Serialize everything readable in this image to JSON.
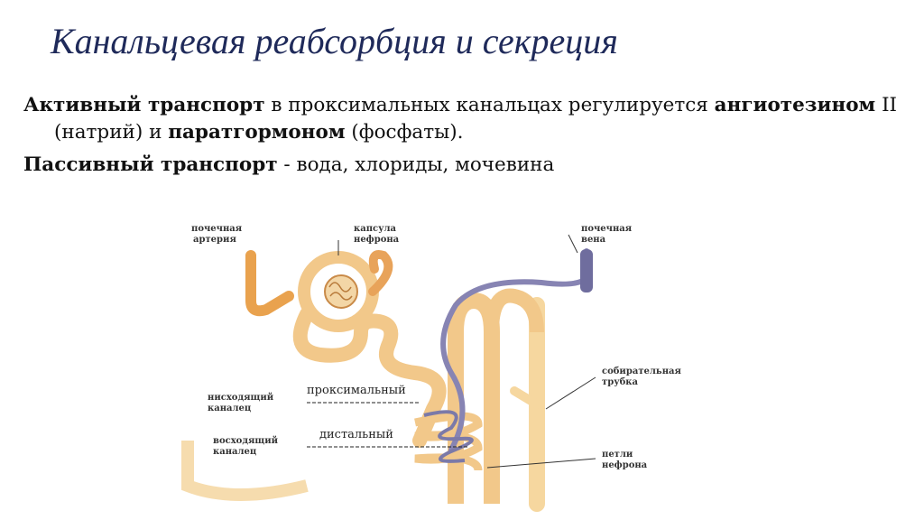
{
  "slide": {
    "title": "Канальцевая реабсорбция и секреция",
    "p1": {
      "active_bold": "Активный транспорт",
      "text1": " в проксимальных канальцах регулируется ",
      "angio_bold": "ангиотезином",
      "text2": " II (натрий) и ",
      "parat_bold": "паратгормоном",
      "text3": " (фосфаты)."
    },
    "p2": {
      "passive_bold": "Пассивный транспорт",
      "text": " - вода, хлориды, мочевина"
    }
  },
  "diagram": {
    "labels": {
      "renal_artery_1": "почечная",
      "renal_artery_2": "артерия",
      "capsule_1": "капсула",
      "capsule_2": "нефрона",
      "renal_vein_1": "почечная",
      "renal_vein_2": "вена",
      "collecting_1": "собирательная",
      "collecting_2": "трубка",
      "desc_1": "нисходящий",
      "desc_2": "каналец",
      "asc_1": "восходящий",
      "asc_2": "каналец",
      "loop_1": "петли",
      "loop_2": "нефрона",
      "proximal": "проксимальный",
      "distal": "дистальный"
    },
    "colors": {
      "tubule": "#f2c88a",
      "tubule_dark": "#e8a35a",
      "artery": "#e9a24e",
      "vein": "#7b79a8",
      "pale": "#f6dcae"
    }
  }
}
